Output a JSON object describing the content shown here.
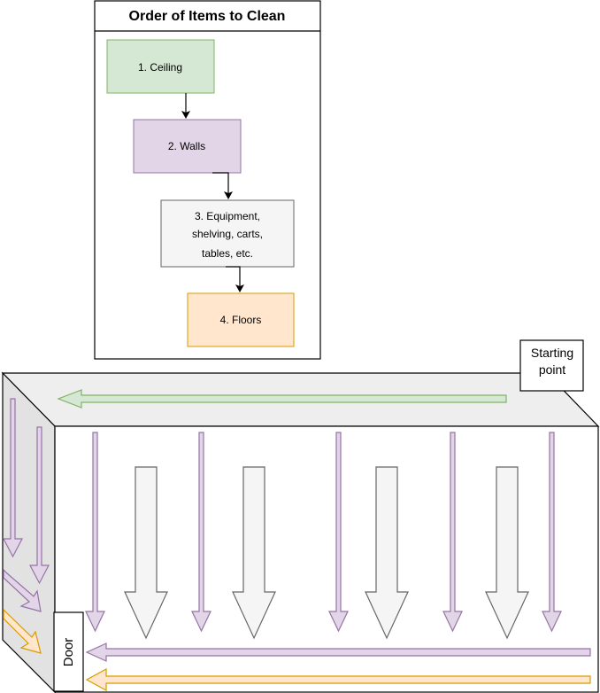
{
  "legend": {
    "title": "Order of Items to Clean",
    "steps": [
      {
        "lines": [
          "1. Ceiling"
        ],
        "fill": "#d5e8d4",
        "stroke": "#82b366"
      },
      {
        "lines": [
          "2. Walls"
        ],
        "fill": "#e1d5e7",
        "stroke": "#9673a6"
      },
      {
        "lines": [
          "3. Equipment,",
          "shelving, carts,",
          "tables, etc."
        ],
        "fill": "#f5f5f5",
        "stroke": "#666666"
      },
      {
        "lines": [
          "4. Floors"
        ],
        "fill": "#ffe6cc",
        "stroke": "#d79b00"
      }
    ]
  },
  "room": {
    "starting_point": [
      "Starting",
      "point"
    ],
    "door": "Door",
    "colors": {
      "ceiling_arrow": "#d5e8d4",
      "ceiling_arrow_stroke": "#82b366",
      "wall_arrow": "#e1d5e7",
      "wall_arrow_stroke": "#9673a6",
      "equipment_arrow": "#f5f5f5",
      "equipment_arrow_stroke": "#666666",
      "floor_arrow": "#ffe6cc",
      "floor_arrow_stroke": "#d79b00"
    }
  }
}
